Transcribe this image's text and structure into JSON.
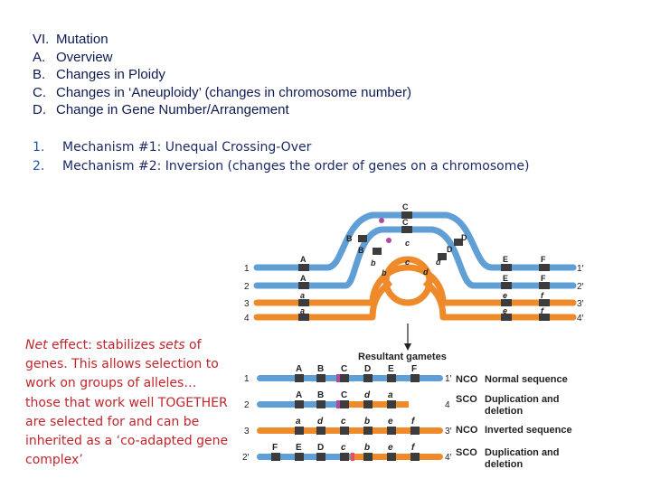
{
  "outline": [
    {
      "key": "VI.",
      "text": "Mutation"
    },
    {
      "key": "A.",
      "text": "Overview"
    },
    {
      "key": "B.",
      "text": "Changes in Ploidy"
    },
    {
      "key": "C.",
      "text": "Changes in ‘Aneuploidy’ (changes in chromosome number)"
    },
    {
      "key": "D.",
      "text": "Change in Gene Number/Arrangement"
    }
  ],
  "mechanisms": [
    {
      "num": "1.",
      "text": "Mechanism #1: Unequal Crossing-Over"
    },
    {
      "num": "2.",
      "text": "Mechanism #2: Inversion (changes the order of genes on a chromosome)"
    }
  ],
  "net_effect": {
    "p1": "Net",
    "p2": " effect:  stabilizes ",
    "p3": "sets",
    "p4": " of genes.  This allows selection to work on groups of alleles… those that work well TOGETHER are selected for and can be inherited as a ‘co-adapted gene complex’"
  },
  "figure": {
    "colors": {
      "blue": "#5f9fd6",
      "blue_dark": "#2f6fa8",
      "orange": "#ef8a2a",
      "orange_dark": "#c0661a",
      "band": "#3c3c3c"
    },
    "pairing": {
      "strand_numbers_left": [
        "1",
        "2",
        "3",
        "4"
      ],
      "strand_numbers_right": [
        "1′",
        "2′",
        "3′",
        "4′"
      ],
      "top_labels": [
        "C",
        "C",
        "B",
        "B",
        "c",
        "c",
        "b",
        "b",
        "D",
        "D",
        "d",
        "d"
      ],
      "A_labels": [
        "A",
        "A",
        "a",
        "a"
      ],
      "E_labels": [
        "E",
        "E",
        "e",
        "e"
      ],
      "F_labels": [
        "F",
        "F",
        "f",
        "f"
      ]
    },
    "resultant_label": "Resultant gametes",
    "gametes": [
      {
        "left": "1",
        "right": "1′",
        "genes": [
          "A",
          "B",
          "C",
          "D",
          "E",
          "F"
        ],
        "type": "NCO",
        "desc": "Normal sequence"
      },
      {
        "left": "2",
        "right": "4",
        "genes": [
          "A",
          "B",
          "C",
          "d",
          "a"
        ],
        "type": "SCO",
        "desc": "Duplication and deletion"
      },
      {
        "left": "3",
        "right": "3′",
        "genes": [
          "a",
          "d",
          "c",
          "b",
          "e",
          "f"
        ],
        "type": "NCO",
        "desc": "Inverted sequence"
      },
      {
        "left": "2′",
        "right": "4′",
        "genes": [
          "F",
          "E",
          "D",
          "c",
          "b",
          "e",
          "f"
        ],
        "type": "SCO",
        "desc": "Duplication and deletion"
      }
    ]
  }
}
